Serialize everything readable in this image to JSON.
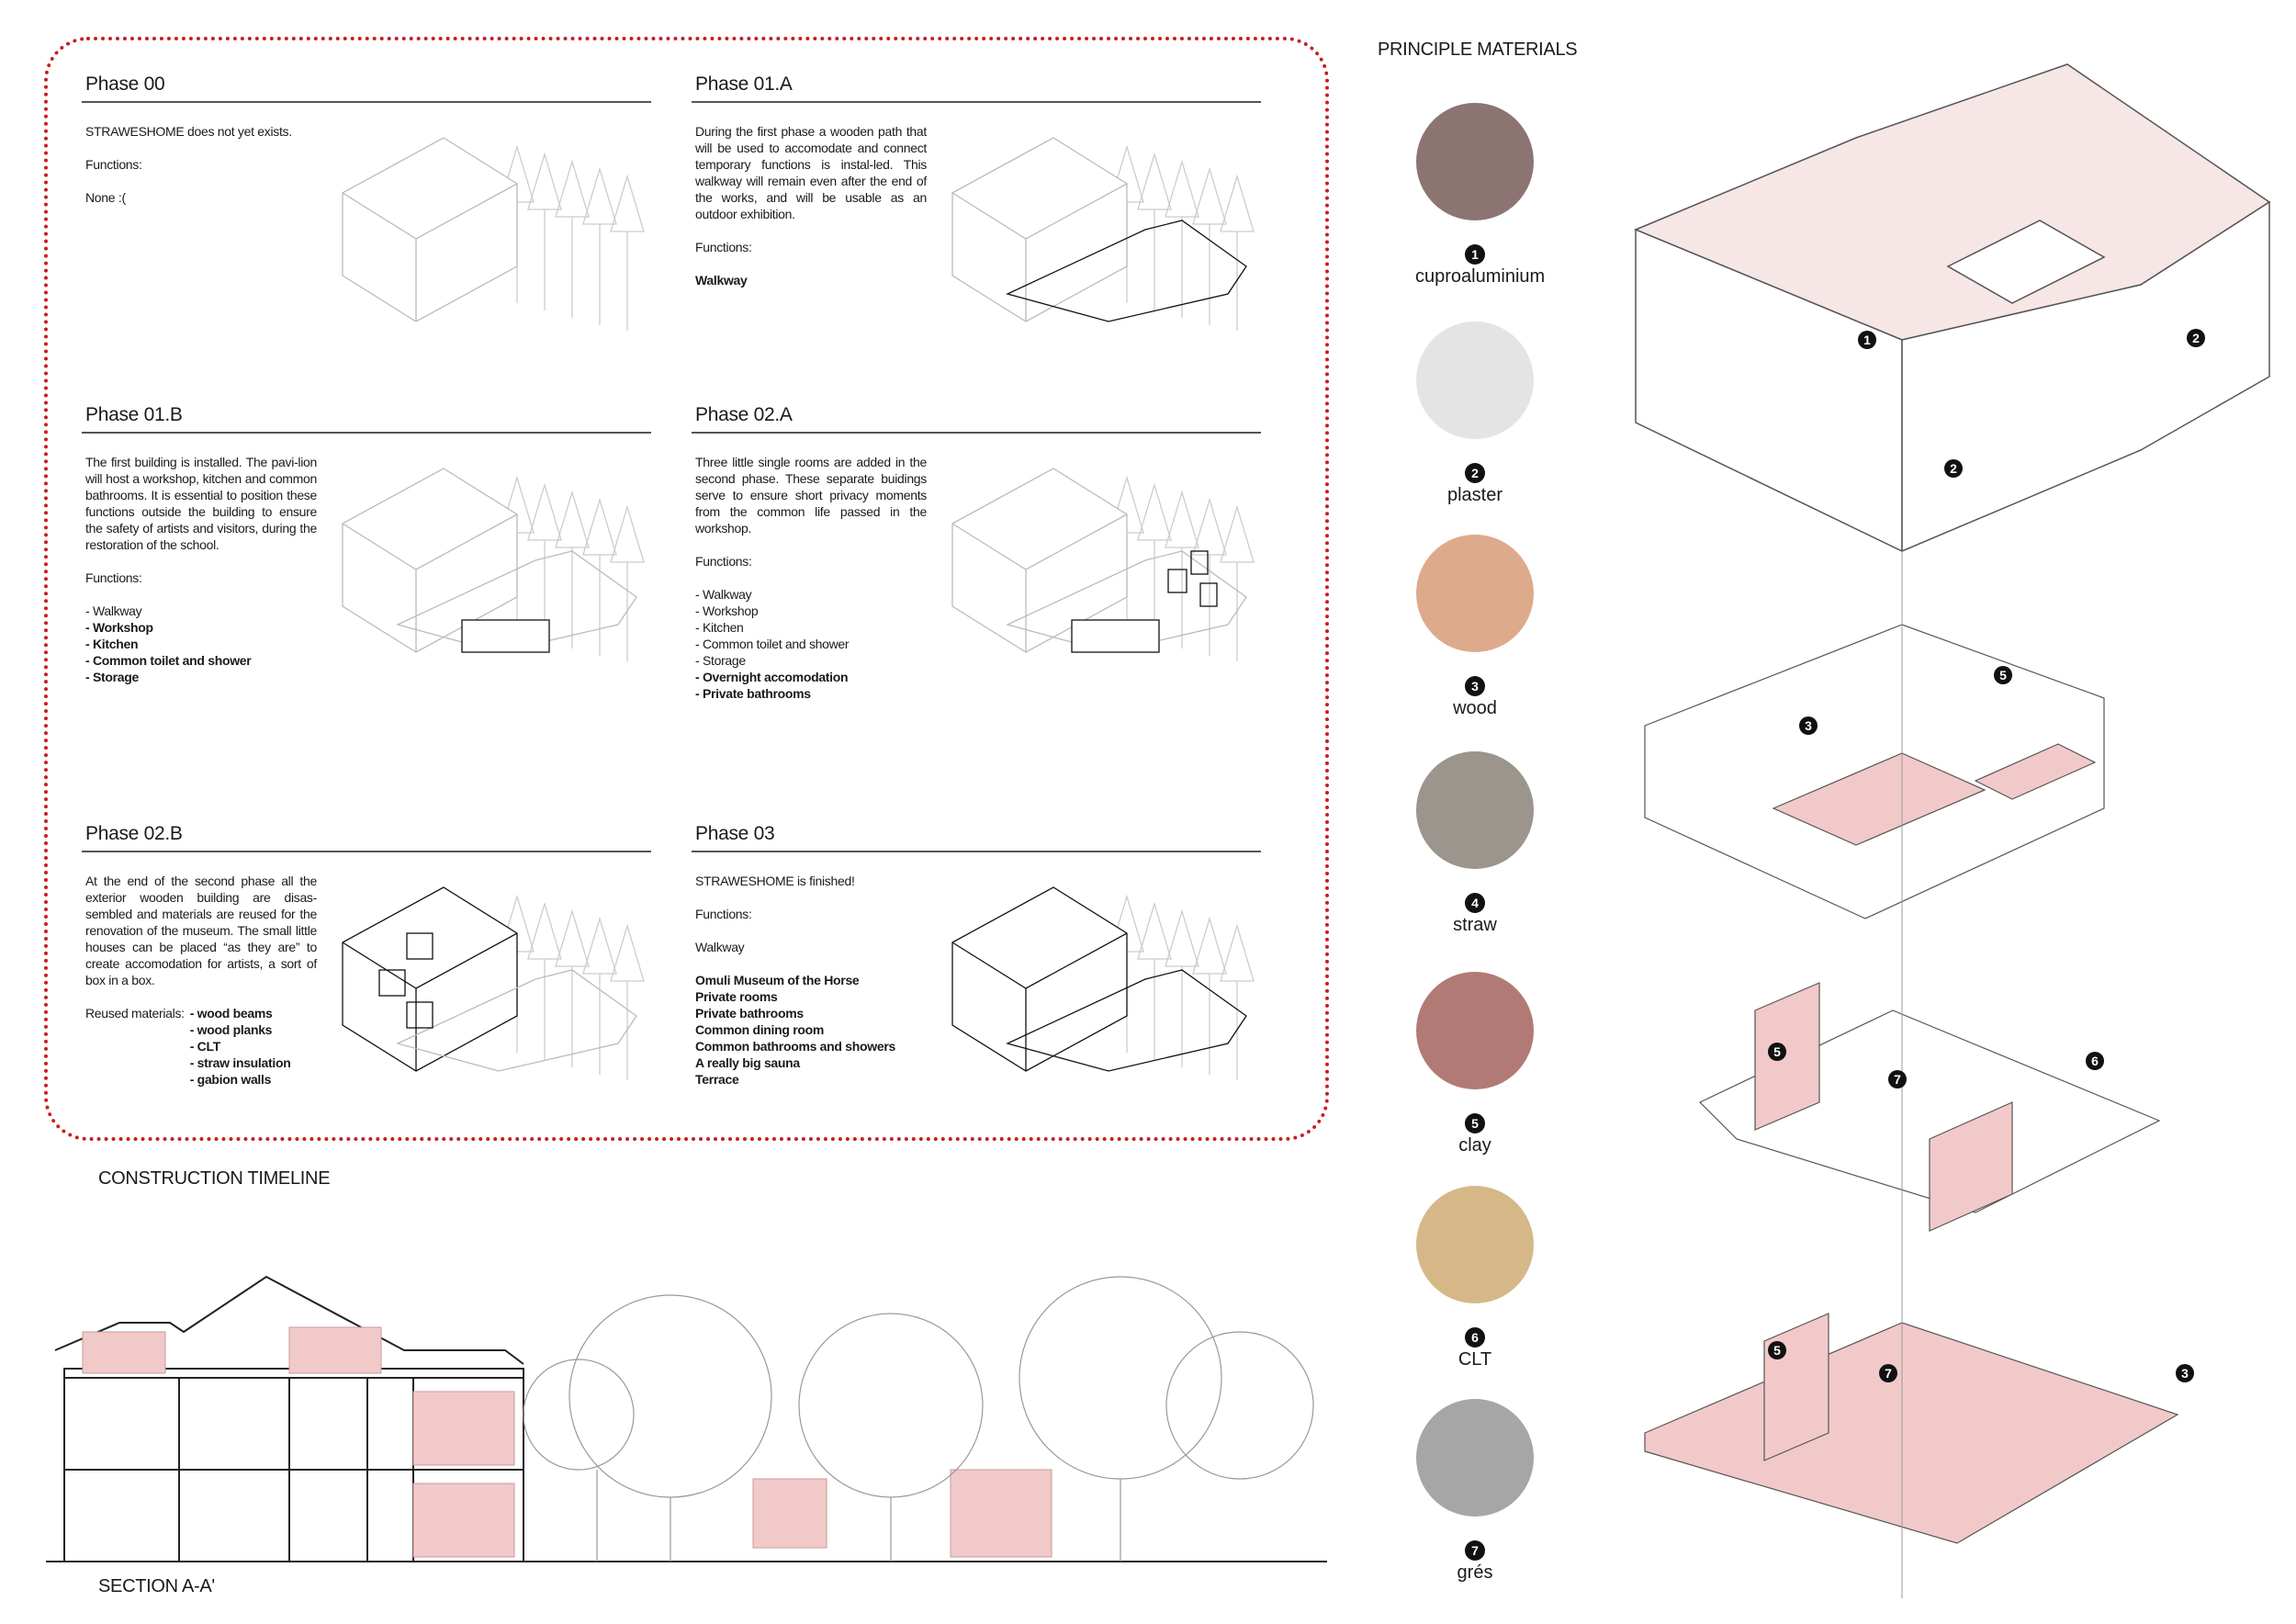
{
  "phases": [
    {
      "title": "Phase 00",
      "text": [
        "STRAWESHOME does not yet exists."
      ],
      "functions_label": "Functions:",
      "functions": [
        {
          "t": "None :(",
          "bold": false
        }
      ]
    },
    {
      "title": "Phase 01.A",
      "text": [
        "During the first phase a wooden path that will be used to accomodate and connect temporary functions is instal-led. This walkway will remain even after the end of the works, and will be usable as an outdoor exhibition."
      ],
      "functions_label": "Functions:",
      "functions": [
        {
          "t": "Walkway",
          "bold": true
        }
      ]
    },
    {
      "title": "Phase 01.B",
      "text": [
        "The first building is installed. The pavi-lion will host a workshop, kitchen and common bathrooms. It is essential to position these functions outside the building to ensure the safety of artists and visitors, during the restoration of the school."
      ],
      "functions_label": "Functions:",
      "functions": [
        {
          "t": "- Walkway",
          "bold": false
        },
        {
          "t": "- Workshop",
          "bold": true
        },
        {
          "t": "- Kitchen",
          "bold": true
        },
        {
          "t": "- Common toilet and shower",
          "bold": true
        },
        {
          "t": "- Storage",
          "bold": true
        }
      ]
    },
    {
      "title": "Phase 02.A",
      "text": [
        "Three little single rooms are added in the second phase. These separate buidings serve to ensure short privacy moments from the common life passed in the workshop."
      ],
      "functions_label": "Functions:",
      "functions": [
        {
          "t": "- Walkway",
          "bold": false
        },
        {
          "t": "- Workshop",
          "bold": false
        },
        {
          "t": "- Kitchen",
          "bold": false
        },
        {
          "t": "- Common toilet and shower",
          "bold": false
        },
        {
          "t": "- Storage",
          "bold": false
        },
        {
          "t": "- Overnight accomodation",
          "bold": true
        },
        {
          "t": "- Private bathrooms",
          "bold": true
        }
      ]
    },
    {
      "title": "Phase 02.B",
      "text": [
        "At the end of the second phase all the exterior wooden building are disas-sembled and materials are reused for the renovation of the museum. The small little houses can be placed “as they are” to create accomodation for artists, a sort of box in a box."
      ],
      "reused_label": "Reused materials:",
      "reused": [
        "- wood beams",
        "- wood planks",
        "- CLT",
        "- straw insulation",
        "- gabion walls"
      ]
    },
    {
      "title": "Phase 03",
      "text": [
        "STRAWESHOME is finished!"
      ],
      "functions_label": "Functions:",
      "functions": [
        {
          "t": "Walkway",
          "bold": false
        },
        {
          "t": "",
          "bold": false
        },
        {
          "t": "Omuli Museum of the Horse",
          "bold": true
        },
        {
          "t": "Private rooms",
          "bold": true
        },
        {
          "t": "Private bathrooms",
          "bold": true
        },
        {
          "t": "Common dining room",
          "bold": true
        },
        {
          "t": "Common bathrooms and showers",
          "bold": true
        },
        {
          "t": "A really big sauna",
          "bold": true
        },
        {
          "t": "Terrace",
          "bold": true
        }
      ]
    }
  ],
  "timeline_title": "CONSTRUCTION TIMELINE",
  "section_title": "SECTION A-A'",
  "materials_title": "PRINCIPLE MATERIALS",
  "materials": [
    {
      "num": "1",
      "name": "cuproaluminium",
      "color": "#8c7472"
    },
    {
      "num": "2",
      "name": "plaster",
      "color": "#e4e4e4"
    },
    {
      "num": "3",
      "name": "wood",
      "color": "#deaa8c"
    },
    {
      "num": "4",
      "name": "straw",
      "color": "#9b958d"
    },
    {
      "num": "5",
      "name": "clay",
      "color": "#b27a74"
    },
    {
      "num": "6",
      "name": "CLT",
      "color": "#d6b888"
    },
    {
      "num": "7",
      "name": "grés",
      "color": "#a6a6a6"
    }
  ],
  "axo_badges": [
    "1",
    "2",
    "2",
    "3",
    "5",
    "5",
    "6",
    "7",
    "5",
    "7",
    "3"
  ],
  "accent": "#c81e1e",
  "pink": "#f2c9c9"
}
